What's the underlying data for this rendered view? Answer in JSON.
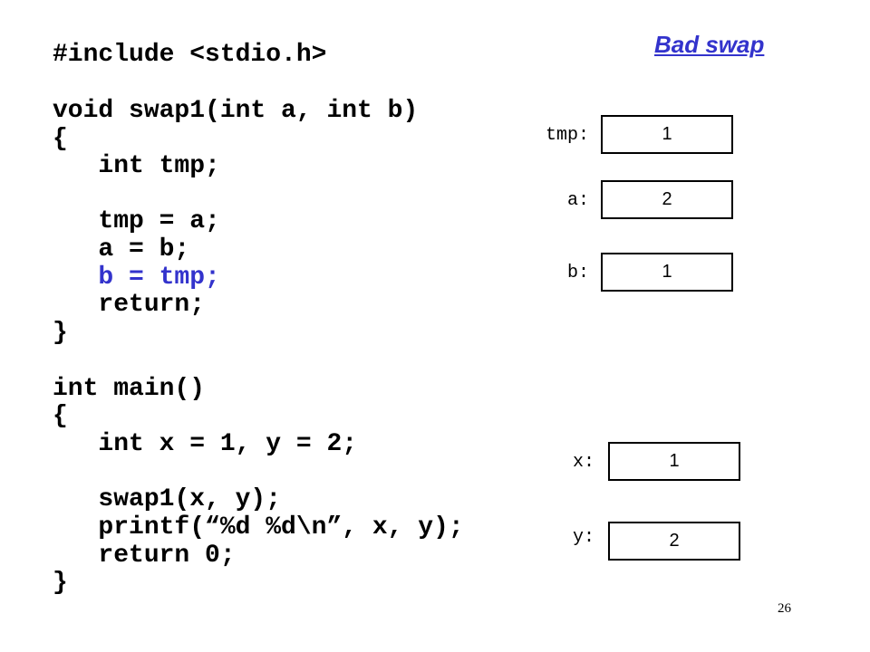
{
  "title": {
    "text": "Bad swap",
    "color": "#3333cc"
  },
  "highlight_color": "#3333cc",
  "code": [
    {
      "text": "#include <stdio.h>",
      "highlight": false
    },
    {
      "text": "void swap1(int a, int b)",
      "highlight": false
    },
    {
      "text": "{",
      "highlight": false
    },
    {
      "text": "   int tmp;",
      "highlight": false
    },
    {
      "text": "   tmp = a;",
      "highlight": false
    },
    {
      "text": "   a = b;",
      "highlight": false
    },
    {
      "text": "   b = tmp;",
      "highlight": true
    },
    {
      "text": "   return;",
      "highlight": false
    },
    {
      "text": "}",
      "highlight": false
    },
    {
      "text": "int main()",
      "highlight": false
    },
    {
      "text": "{",
      "highlight": false
    },
    {
      "text": "   int x = 1, y = 2;",
      "highlight": false
    },
    {
      "text": "   swap1(x, y);",
      "highlight": false
    },
    {
      "text": "   printf(“%d %d\\n”, x, y);",
      "highlight": false
    },
    {
      "text": "   return 0;",
      "highlight": false
    },
    {
      "text": "}",
      "highlight": false
    }
  ],
  "variables": [
    {
      "name": "tmp:",
      "value": "1"
    },
    {
      "name": "a:",
      "value": "2"
    },
    {
      "name": "b:",
      "value": "1"
    },
    {
      "name": "x:",
      "value": "1"
    },
    {
      "name": "y:",
      "value": "2"
    }
  ],
  "page_number": "26"
}
